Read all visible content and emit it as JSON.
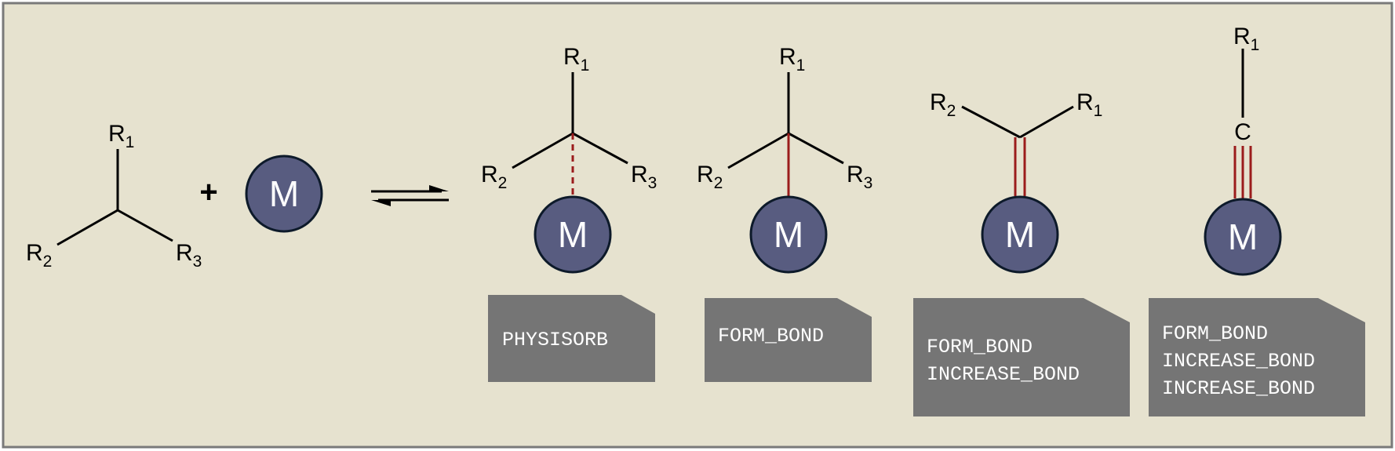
{
  "reactant": {
    "r1": "R",
    "r1_sub": "1",
    "r2": "R",
    "r2_sub": "2",
    "r3": "R",
    "r3_sub": "3"
  },
  "plus": "+",
  "metal": {
    "label": "M"
  },
  "colors": {
    "background": "#e6e2cf",
    "frame": "#7a7a7a",
    "metal_fill": "#585c80",
    "bond_new": "#9b1c1c",
    "tag_fill": "#757575"
  },
  "products": [
    {
      "r1": "R",
      "r1_sub": "1",
      "r2": "R",
      "r2_sub": "2",
      "r3": "R",
      "r3_sub": "3",
      "metal": "M",
      "bond": "dashed",
      "actions": [
        "PHYSISORB"
      ]
    },
    {
      "r1": "R",
      "r1_sub": "1",
      "r2": "R",
      "r2_sub": "2",
      "r3": "R",
      "r3_sub": "3",
      "metal": "M",
      "bond": "single",
      "actions": [
        "FORM_BOND"
      ]
    },
    {
      "r1": "R",
      "r1_sub": "1",
      "r2": "R",
      "r2_sub": "2",
      "metal": "M",
      "bond": "double",
      "actions": [
        "FORM_BOND",
        "INCREASE_BOND"
      ]
    },
    {
      "r1": "R",
      "r1_sub": "1",
      "carbon": "C",
      "metal": "M",
      "bond": "triple",
      "actions": [
        "FORM_BOND",
        "INCREASE_BOND",
        "INCREASE_BOND"
      ]
    }
  ]
}
